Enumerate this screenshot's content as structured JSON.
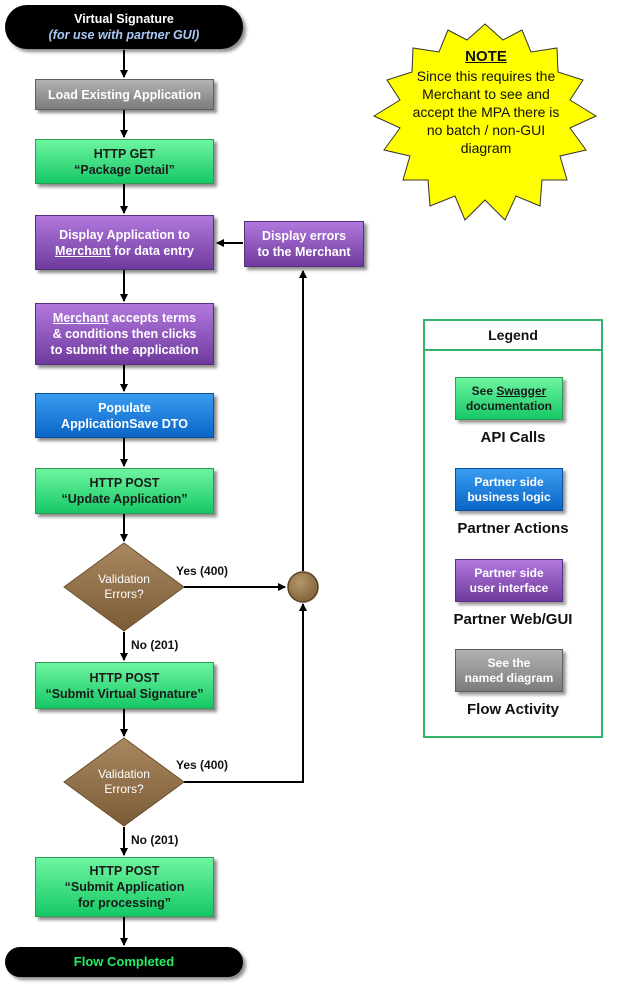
{
  "start": {
    "title": "Virtual Signature",
    "subtitle": "(for use with partner GUI)"
  },
  "nodes": {
    "load": "Load Existing Application",
    "get_1": "HTTP GET",
    "get_2": "“Package Detail”",
    "display_1": "Display Application to",
    "display_merchant": "Merchant",
    "display_2": " for data entry",
    "accept_merchant": "Merchant",
    "accept_1": " accepts terms",
    "accept_2": "& conditions then clicks",
    "accept_3": "to submit the application",
    "populate_1": "Populate",
    "populate_2": "ApplicationSave DTO",
    "post1_1": "HTTP POST",
    "post1_2": "“Update Application”",
    "decision1_1": "Validation",
    "decision1_2": "Errors?",
    "post2_1": "HTTP POST",
    "post2_2": "“Submit Virtual Signature”",
    "decision2_1": "Validation",
    "decision2_2": "Errors?",
    "post3_1": "HTTP POST",
    "post3_2": "“Submit Application",
    "post3_3": "for processing”",
    "errors_1": "Display errors",
    "errors_2": "to the Merchant",
    "end": "Flow Completed"
  },
  "edge_labels": {
    "yes1": "Yes (400)",
    "no1": "No (201)",
    "yes2": "Yes (400)",
    "no2": "No (201)"
  },
  "note": {
    "title": "NOTE",
    "text": "Since this requires the Merchant to see and accept the MPA there is no batch / non-GUI diagram"
  },
  "legend": {
    "title": "Legend",
    "items": [
      {
        "box_prefix": "See ",
        "box_link": "Swagger",
        "box_line2": "documentation",
        "caption": "API Calls"
      },
      {
        "box_line1": "Partner side",
        "box_line2": "business logic",
        "caption": "Partner Actions"
      },
      {
        "box_line1": "Partner side",
        "box_line2": "user interface",
        "caption": "Partner Web/GUI"
      },
      {
        "box_line1": "See the",
        "box_line2": "named diagram",
        "caption": "Flow Activity"
      }
    ]
  },
  "colors": {
    "api": "#16c866",
    "partner_logic": "#0a66c7",
    "partner_gui": "#6f3a9e",
    "flow_activity": "#7c7c7c",
    "decision": "#8f7048",
    "note_star": "#ffff00",
    "legend_border": "#33b36a"
  }
}
